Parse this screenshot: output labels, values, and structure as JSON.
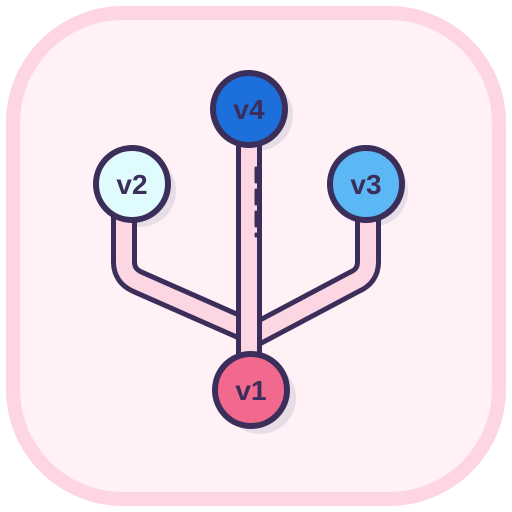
{
  "icon": {
    "name": "version-branching-icon",
    "colors": {
      "tile_border": "#fdd6e2",
      "tile_fill": "#fff1f6",
      "branch_fill": "#fcd6e3",
      "outline": "#3b2e5a",
      "shadow": "#e6dde6",
      "v1": "#f16a8e",
      "v2": "#dffbfd",
      "v3": "#5bb8f5",
      "v4": "#1d6fdc"
    },
    "nodes": {
      "v1": "v1",
      "v2": "v2",
      "v3": "v3",
      "v4": "v4"
    }
  }
}
